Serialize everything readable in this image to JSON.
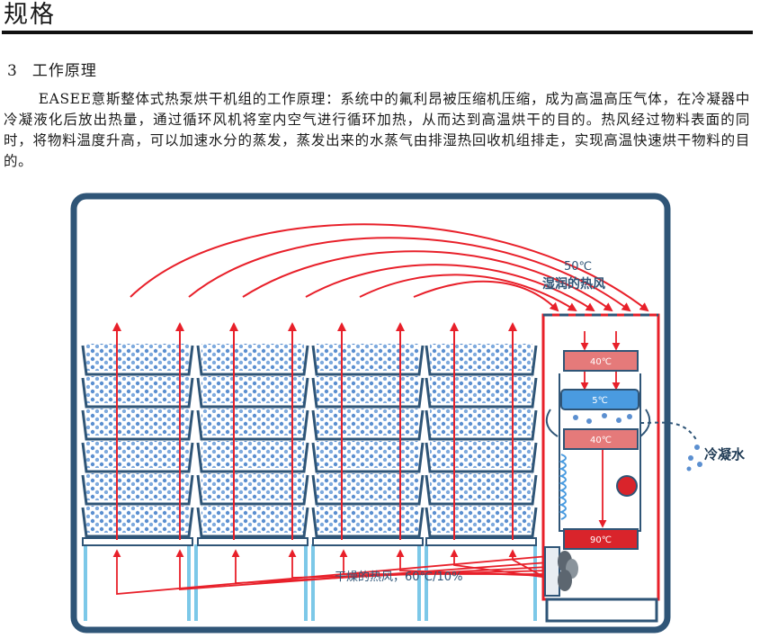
{
  "page": {
    "title": "规格",
    "section_number": "3",
    "section_title": "工作原理",
    "paragraph": "EASEE意斯整体式热泵烘干机组的工作原理：系统中的氟利昂被压缩机压缩，成为高温高压气体，在冷凝器中冷凝液化后放出热量，通过循环风机将室内空气进行循环加热，从而达到高温烘干的目的。热风经过物料表面的同时，将物料温度升高，可以加速水分的蒸发，蒸发出来的水蒸气由排湿热回收机组排走，实现高温快速烘干物料的目的。"
  },
  "diagram": {
    "label_moist_temp": "50℃",
    "label_moist_air": "湿润的热风",
    "label_coil1": "40℃",
    "label_coil2": "5℃",
    "label_coil3": "40℃",
    "label_coil4": "90℃",
    "label_condensate": "冷凝水",
    "label_dry_air": "干燥的热风，60℃/10%",
    "colors": {
      "wall": "#2f5577",
      "arrow": "#e8202a",
      "bead": "#5b8fd0",
      "water_pipe": "#7cc8e8",
      "coil_hot": "#d9242b",
      "coil_warm": "#e57a7a",
      "coil_cold": "#4a9be0"
    }
  }
}
